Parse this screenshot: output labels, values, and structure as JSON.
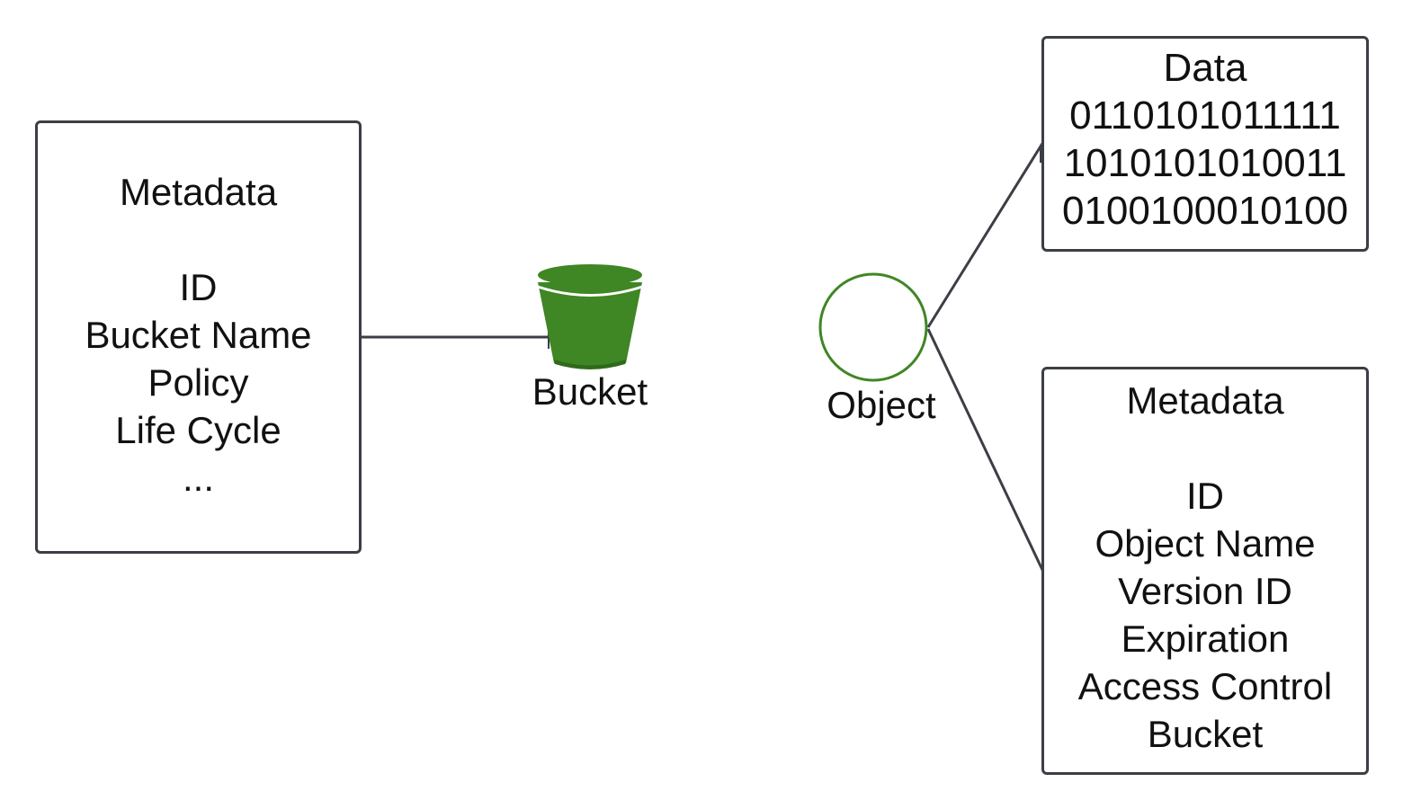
{
  "bucket_metadata": {
    "title": "Metadata",
    "fields": [
      "ID",
      "Bucket Name",
      "Policy",
      "Life Cycle",
      "..."
    ]
  },
  "bucket": {
    "label": "Bucket",
    "icon": "bucket-icon",
    "color": "#3f8624"
  },
  "object": {
    "label": "Object",
    "icon": "circle-icon",
    "color": "#3f8624"
  },
  "data_box": {
    "title": "Data",
    "lines": [
      "0110101011111",
      "1010101010011",
      "0100100010100"
    ]
  },
  "object_metadata": {
    "title": "Metadata",
    "fields": [
      "ID",
      "Object Name",
      "Version ID",
      "Expiration",
      "Access Control",
      "Bucket"
    ]
  },
  "colors": {
    "line": "#3b3f45",
    "border": "#3b3f45",
    "accent": "#3f8624"
  }
}
